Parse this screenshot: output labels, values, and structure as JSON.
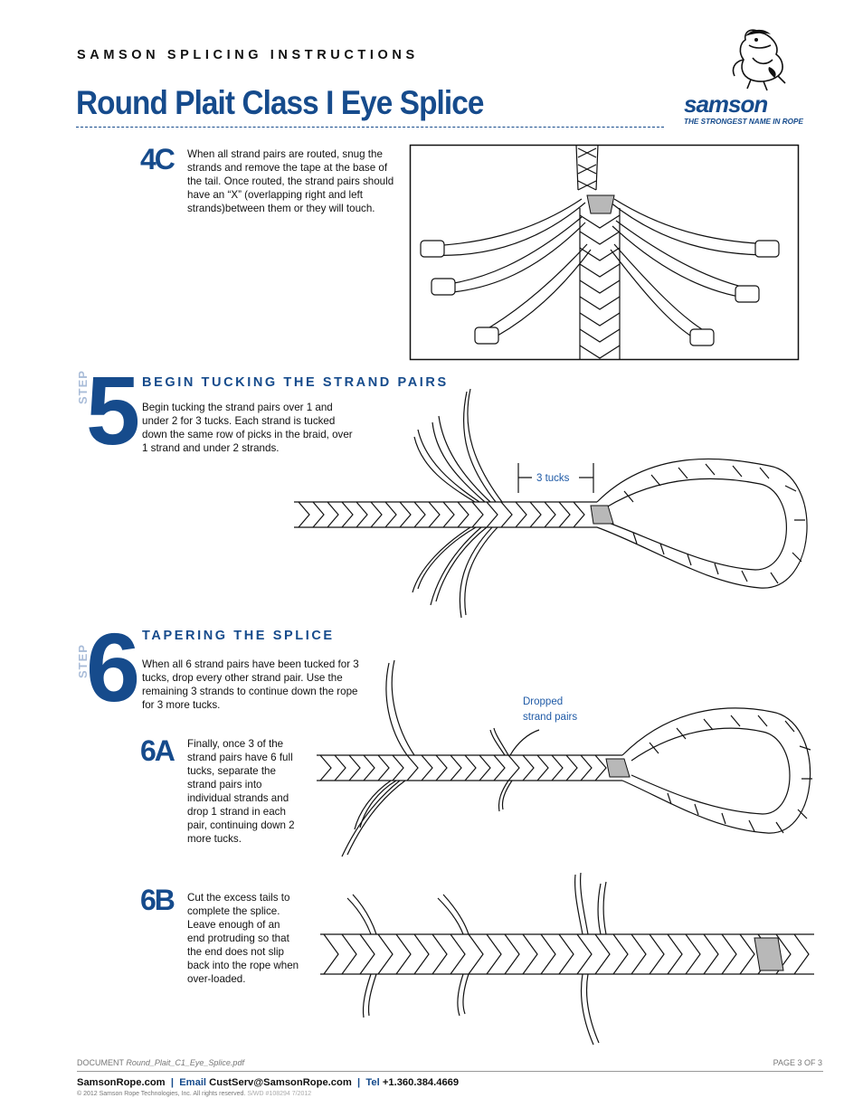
{
  "header": {
    "label": "SAMSON SPLICING INSTRUCTIONS",
    "title": "Round Plait Class I Eye Splice"
  },
  "logo": {
    "wordmark": "samson",
    "tagline": "THE STRONGEST NAME IN ROPE"
  },
  "step_4c": {
    "label": "4C",
    "text": "When all strand pairs are routed, snug the strands and remove the tape at the base of the tail. Once routed, the strand pairs should have an “X” (overlapping right and left strands)between them or they will touch."
  },
  "step_5": {
    "step_word": "STEP",
    "number": "5",
    "heading": "BEGIN TUCKING THE STRAND PAIRS",
    "text": "Begin tucking the strand pairs over 1 and under 2 for 3 tucks. Each strand is tucked down the same row of picks in the braid, over 1 strand and under 2 strands.",
    "callout": "3 tucks"
  },
  "step_6": {
    "step_word": "STEP",
    "number": "6",
    "heading": "TAPERING THE SPLICE",
    "text": "When all 6 strand pairs have been tucked for 3 tucks, drop every other strand pair. Use the remaining 3 strands to continue down the rope for 3 more tucks.",
    "callout_line1": "Dropped",
    "callout_line2": "strand pairs"
  },
  "step_6a": {
    "label": "6A",
    "text": "Finally, once 3 of the strand pairs have 6 full tucks, separate the strand pairs into individual strands and drop 1 strand in each pair, continuing down 2 more tucks."
  },
  "step_6b": {
    "label": "6B",
    "text": "Cut the excess tails to complete the splice. Leave enough of an end protruding so that the end does not slip back into the rope when over-loaded."
  },
  "footer": {
    "doc_prefix": "DOCUMENT",
    "doc_name": "Round_Plait_C1_Eye_Splice.pdf",
    "page": "PAGE 3 OF 3",
    "website": "SamsonRope.com",
    "sep1": "|",
    "email_label": "Email",
    "email": "CustServ@SamsonRope.com",
    "sep2": "|",
    "tel_label": "Tel",
    "tel": "+1.360.384.4669",
    "copyright": "© 2012 Samson Rope Technologies, Inc. All rights reserved.",
    "doc_code": "S/WD #108294 7/2012"
  }
}
